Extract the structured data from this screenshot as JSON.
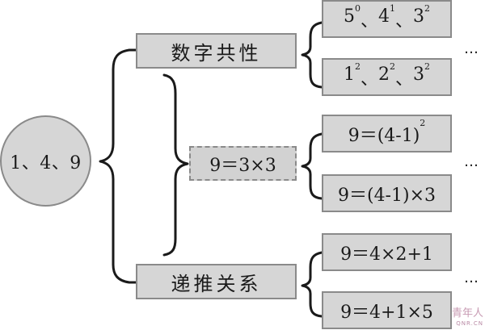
{
  "root": {
    "label": "1、4、9"
  },
  "nodes": {
    "common": {
      "label": "数字共性"
    },
    "middle": {
      "label": "9＝3×3"
    },
    "recur": {
      "label": "递推关系"
    }
  },
  "leaves": {
    "powers_a": {
      "b1": "5",
      "e1": "0",
      "s1": "、",
      "b2": "4",
      "e2": "1",
      "s2": "、",
      "b3": "3",
      "e3": "2"
    },
    "powers_b": {
      "b1": "1",
      "e1": "2",
      "s1": "、",
      "b2": "2",
      "e2": "2",
      "s2": "、",
      "b3": "3",
      "e3": "2"
    },
    "sq": {
      "base": "9＝(4-1)",
      "exp": "2"
    },
    "mul": {
      "label": "9＝(4-1)×3"
    },
    "rec1": {
      "label": "9＝4×2+1"
    },
    "rec2": {
      "label": "9＝4+1×5"
    }
  },
  "ellipsis": "…",
  "watermark": {
    "main": "青年人",
    "sub": "QNR.CN"
  }
}
